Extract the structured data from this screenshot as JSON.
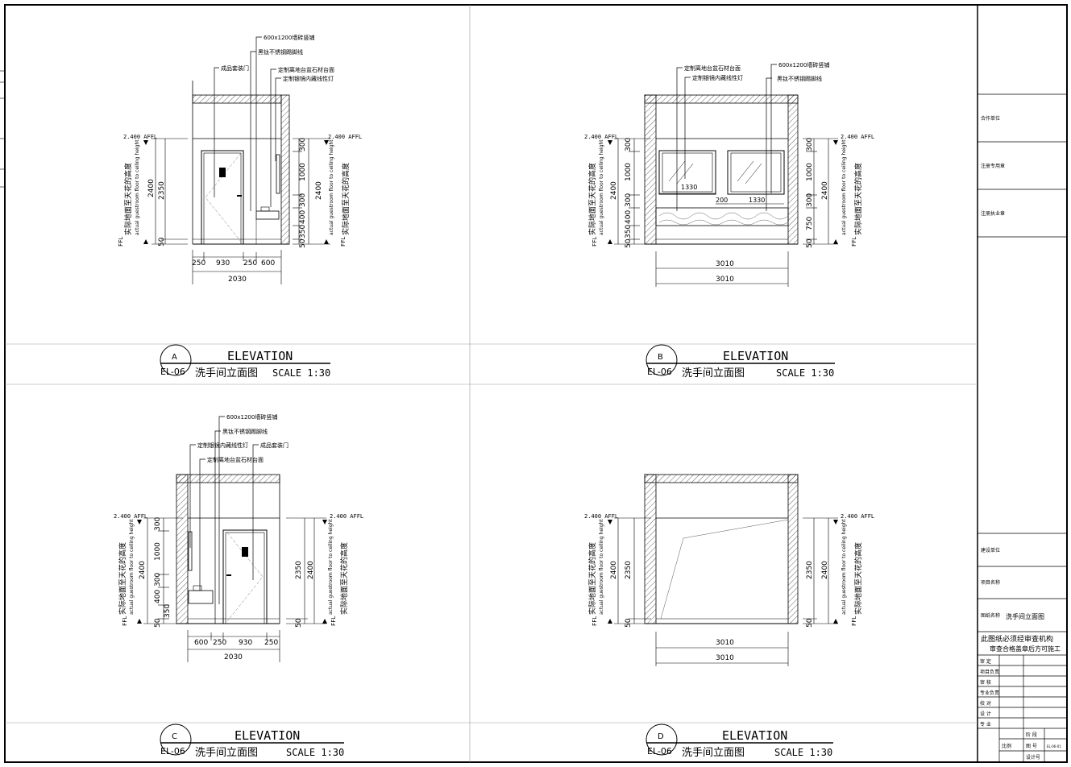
{
  "title_block": {
    "cooperation_unit": "合作单位",
    "seal_registered": "注册专用章",
    "seal_practice": "注册执业章",
    "construction_unit": "建设单位",
    "project_name": "项目名称",
    "drawing_name_label": "图纸名称",
    "drawing_name": "洗手间立面图",
    "review_note_1": "此图纸必须经审查机构",
    "review_note_2": "审查合格盖章后方可施工",
    "rows": [
      "审  定",
      "项目负责",
      "审  核",
      "专业负责",
      "校  对",
      "设  计",
      "专  业"
    ],
    "stage_label": "阶 段",
    "scale_label": "比例",
    "drawing_no_label": "图 号",
    "drawing_no": "EL-06-01",
    "designer_label": "设计号"
  },
  "panels": [
    {
      "id": "A",
      "sheet": "EL-06",
      "heading": "ELEVATION",
      "subtitle": "洗手间立面图",
      "scale": "SCALE 1:30"
    },
    {
      "id": "B",
      "sheet": "EL-06",
      "heading": "ELEVATION",
      "subtitle": "洗手间立面图",
      "scale": "SCALE 1:30"
    },
    {
      "id": "C",
      "sheet": "EL-06",
      "heading": "ELEVATION",
      "subtitle": "洗手间立面图",
      "scale": "SCALE 1:30"
    },
    {
      "id": "D",
      "sheet": "EL-06",
      "heading": "ELEVATION",
      "subtitle": "洗手间立面图",
      "scale": "SCALE 1:30"
    }
  ],
  "level_markers": {
    "afl": "2.400 AFFL",
    "ffl": "FFL"
  },
  "height_note_cn": "实际地面至天花的高度",
  "height_note_en": "actual guestroom floor to ceiling height",
  "annotations": {
    "wall_tile": "600x1200墙砖竖铺",
    "skirting": "黑钛不锈钢踢脚线",
    "door": "成品套装门",
    "counter": "定制离地台盆石材台面",
    "mirror_light": "定制银镜内藏线性灯"
  },
  "dims": {
    "A": {
      "left": [
        "2350",
        "2400",
        "50"
      ],
      "right": [
        "300",
        "1000",
        "300",
        "400",
        "350",
        "50",
        "2400"
      ],
      "bottom": [
        "250",
        "930",
        "250",
        "600"
      ],
      "total": "2030"
    },
    "B": {
      "left": [
        "300",
        "1000",
        "300",
        "400",
        "350",
        "50",
        "2400"
      ],
      "right": [
        "300",
        "1000",
        "300",
        "750",
        "50",
        "2400"
      ],
      "mirror": [
        "1330",
        "200",
        "1330"
      ],
      "bottom": [
        "3010",
        "3010"
      ]
    },
    "C": {
      "left": [
        "300",
        "1000",
        "300",
        "400",
        "350",
        "50",
        "2400"
      ],
      "right": [
        "2350",
        "2400",
        "50"
      ],
      "bottom": [
        "600",
        "250",
        "930",
        "250"
      ],
      "total": "2030"
    },
    "D": {
      "left": [
        "2350",
        "2400",
        "50"
      ],
      "right": [
        "2350",
        "2400",
        "50"
      ],
      "bottom": [
        "3010",
        "3010"
      ]
    }
  }
}
